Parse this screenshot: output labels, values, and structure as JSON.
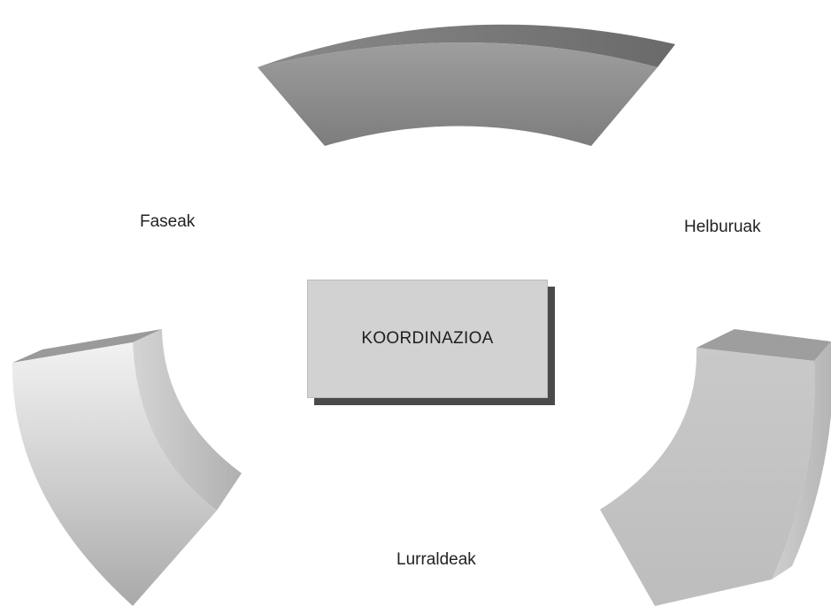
{
  "center": {
    "label": "KOORDINAZIOA"
  },
  "segments": {
    "top": {
      "label": ""
    },
    "left": {
      "label": "Faseak"
    },
    "right": {
      "label": "Helburuak"
    },
    "bottom": {
      "label": "Lurraldeak"
    }
  },
  "colors": {
    "top_segment_face": "#8f8f8f",
    "top_segment_edge": "#737373",
    "left_segment_face": "#d9d9d9",
    "left_segment_edge": "#bdbdbd",
    "right_segment_face": "#c4c4c4",
    "right_segment_edge": "#a9a9a9",
    "center_box": "#d2d2d2",
    "center_shadow": "#4a4a4a"
  }
}
